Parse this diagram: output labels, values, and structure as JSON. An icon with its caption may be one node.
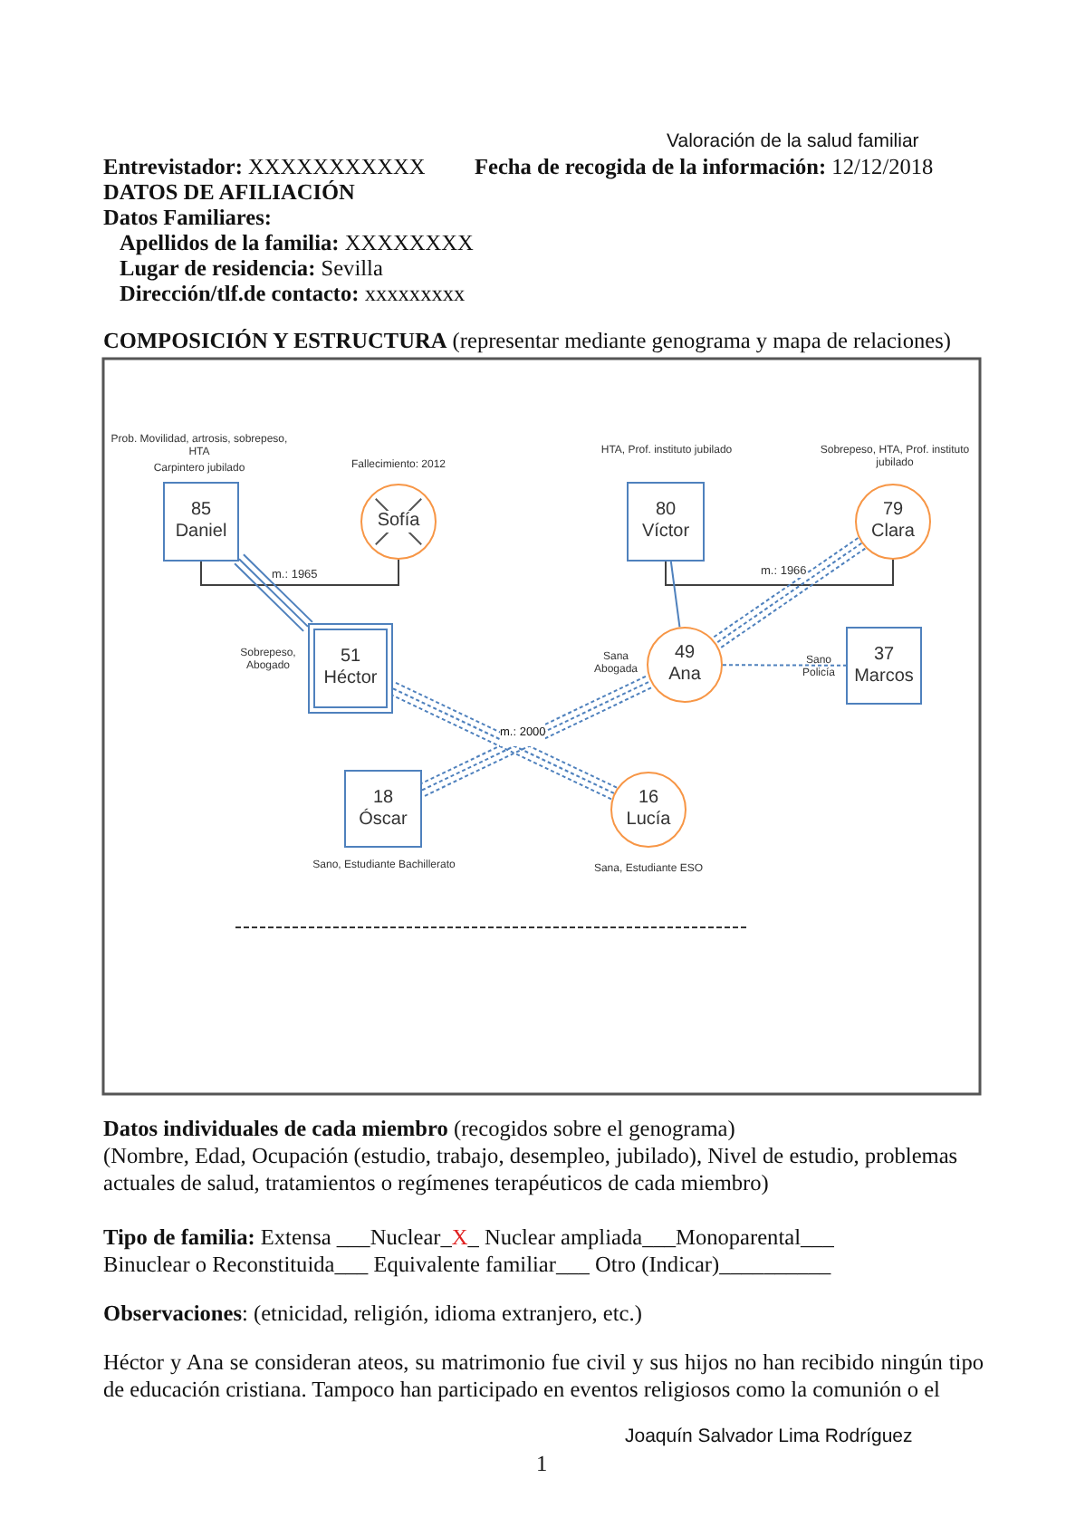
{
  "diagram": {
    "nodes": [
      {
        "text": [
          "85",
          "Daniel"
        ],
        "beside": [
          "Prob. Movilidad, artrosis, sobrepeso, HTA",
          "Carpintero jubilado"
        ]
      },
      {
        "text": [
          "Sofía"
        ],
        "beside": [
          "Fallecimiento: 2012"
        ]
      },
      {
        "text": [
          "80",
          "Víctor"
        ],
        "beside": [
          "HTA, Prof. instituto jubilado"
        ]
      },
      {
        "text": [
          "79",
          "Clara"
        ],
        "beside": [
          "Sobrepeso, HTA, Prof. instituto jubilado"
        ]
      },
      {
        "text": [
          "51",
          "Héctor"
        ],
        "beside": [
          "Sobrepeso, Abogado"
        ]
      },
      {
        "text": [
          "49",
          "Ana"
        ],
        "beside": [
          "Sana Abogada"
        ]
      },
      {
        "text": [
          "37",
          "Marcos"
        ],
        "beside": [
          "Sano Policía"
        ]
      },
      {
        "text": [
          "18",
          "Óscar"
        ],
        "beside": [
          "Sano, Estudiante Bachillerato"
        ]
      },
      {
        "text": [
          "16",
          "Lucía"
        ],
        "beside": [
          "Sana, Estudiante ESO"
        ]
      }
    ],
    "edges": [
      {
        "from": 0,
        "to": 1,
        "arrow": "none",
        "label": "m.: 1965",
        "color": "#404040"
      },
      {
        "from": 2,
        "to": 3,
        "arrow": "none",
        "label": "m.: 1966",
        "color": "#404040"
      },
      {
        "from": 0,
        "to": 4,
        "arrow": "none"
      },
      {
        "from": 2,
        "to": 5,
        "arrow": "none"
      },
      {
        "from": 3,
        "to": 5,
        "arrow": "none",
        "style": "dashed"
      },
      {
        "from": 4,
        "to": 8,
        "arrow": "none",
        "style": "dashed"
      },
      {
        "from": 7,
        "to": 5,
        "arrow": "none",
        "style": "dashed"
      },
      {
        "from": 5,
        "to": 6,
        "arrow": "none",
        "style": "dashed"
      }
    ],
    "labels": [
      "Valoración de la salud familiar",
      "**Entrevistador:** XXXXXXXXXXX",
      "**Fecha de recogida de la información:** 12/12/2018",
      "DATOS DE AFILIACIÓN",
      "Datos Familiares:",
      "**Apellidos de la familia:** XXXXXXXX",
      "**Lugar de residencia:** Sevilla",
      "**Dirección/tlf.de contacto:** xxxxxxxxx",
      "**COMPOSICIÓN Y ESTRUCTURA** (representar mediante genograma y mapa de relaciones)",
      "m.: 2000",
      "**Datos individuales de cada miembro** (recogidos sobre el genograma)",
      "(Nombre, Edad, Ocupación (estudio, trabajo, desempleo, jubilado), Nivel de estudio, problemas actuales de salud, tratamientos o regímenes terapéuticos de cada miembro)",
      "**Tipo de familia:** Extensa ___Nuclear_",
      "X",
      "_ Nuclear ampliada___Monoparental___",
      "Binuclear o Reconstituida___ Equivalente familiar___ Otro (Indicar)__________",
      "**Observaciones**: (etnicidad, religión, idioma extranjero, etc.)",
      "Héctor y Ana se consideran ateos, su matrimonio fue civil y sus hijos no han recibido ningún tipo de educación cristiana. Tampoco han participado en eventos religiosos como la comunión o el",
      "Joaquín Salvador Lima Rodríguez",
      "1"
    ]
  }
}
